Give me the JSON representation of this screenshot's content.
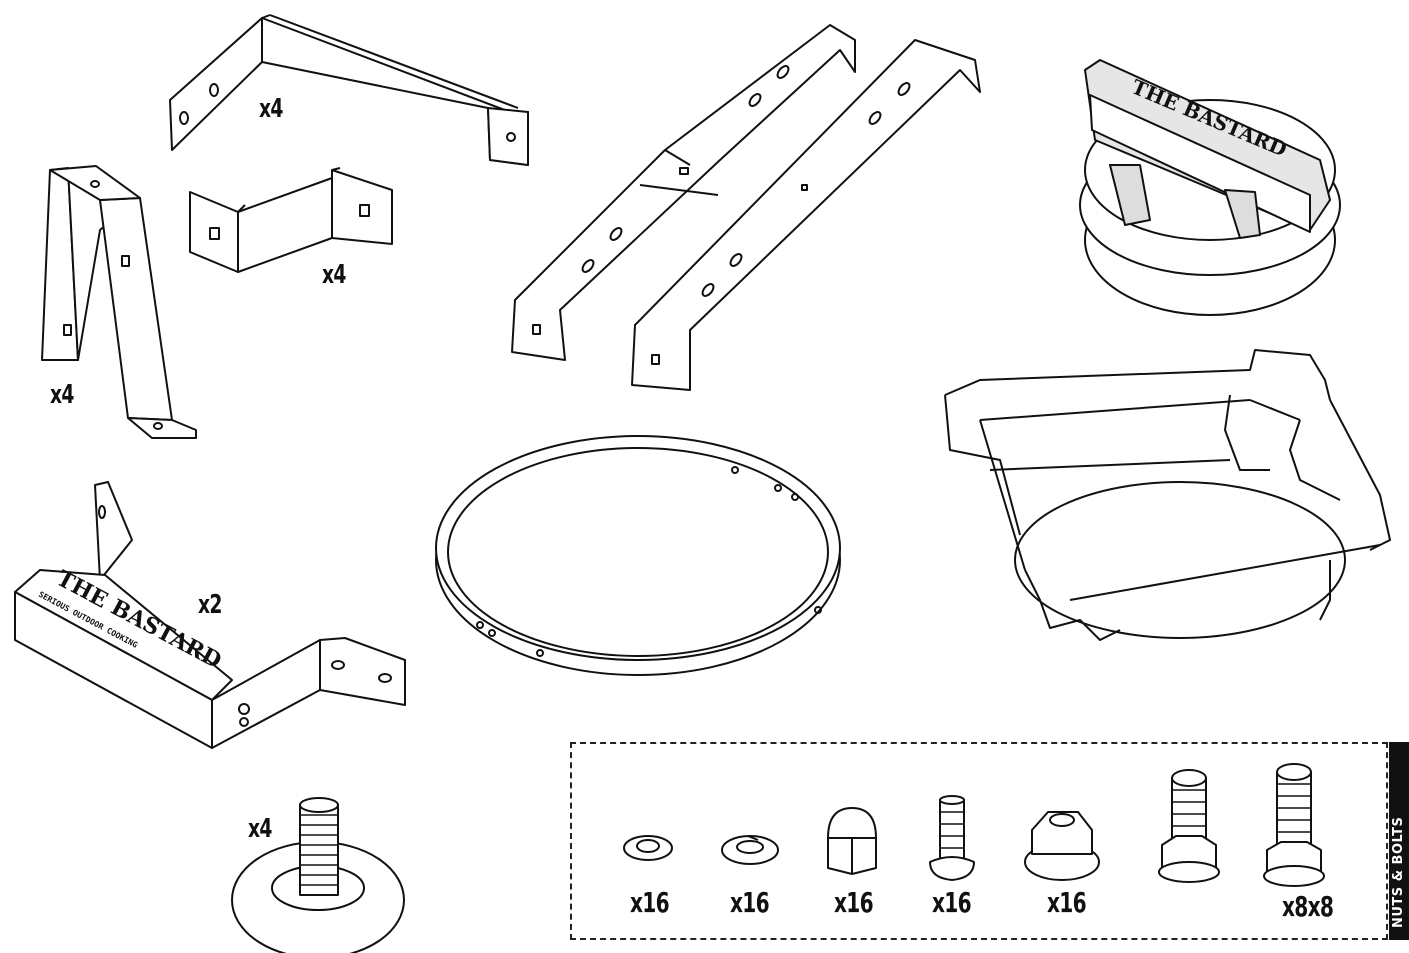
{
  "parts": [
    {
      "name": "top-bracket",
      "quantity": "x4"
    },
    {
      "name": "leg-bracket",
      "quantity": "x4"
    },
    {
      "name": "small-z-bracket",
      "quantity": "x4"
    },
    {
      "name": "handle",
      "quantity": "x2",
      "brand_text": "THE BASTARD",
      "tagline": "SERIOUS OUTDOOR COOKING"
    },
    {
      "name": "leveling-foot",
      "quantity": "x4"
    },
    {
      "name": "long-rails",
      "quantity": ""
    },
    {
      "name": "ring",
      "quantity": ""
    },
    {
      "name": "vent-cap",
      "quantity": "",
      "brand_text": "THE BASTARD"
    },
    {
      "name": "charcoal-basket",
      "quantity": ""
    }
  ],
  "hardware": {
    "title": "NUTS & BOLTS",
    "items": [
      {
        "name": "flat-washer",
        "quantity": "x16"
      },
      {
        "name": "spring-washer",
        "quantity": "x16"
      },
      {
        "name": "acorn-nut",
        "quantity": "x16"
      },
      {
        "name": "countersunk-bolt",
        "quantity": "x16"
      },
      {
        "name": "flange-nut",
        "quantity": "x16"
      },
      {
        "name": "hex-bolt-short",
        "quantity": ""
      },
      {
        "name": "hex-bolt-long",
        "quantity": "x8x8"
      }
    ]
  }
}
